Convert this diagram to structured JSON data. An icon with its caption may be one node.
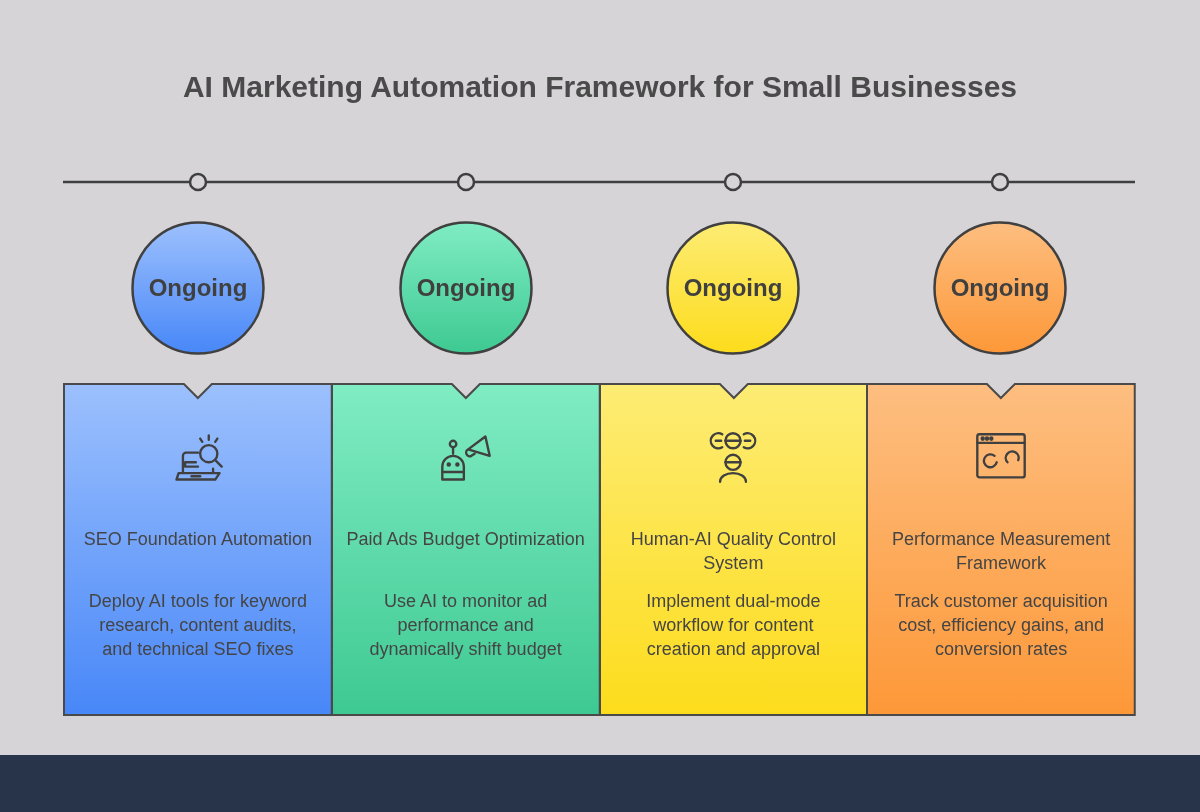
{
  "diagram": {
    "title": "AI Marketing Automation Framework for Small Businesses",
    "nodes": [
      {
        "text": [
          "Ongoing"
        ]
      },
      {
        "text": [
          "Ongoing"
        ]
      },
      {
        "text": [
          "Ongoing"
        ]
      },
      {
        "text": [
          "Ongoing"
        ]
      },
      {
        "text": [
          "SEO Foundation Automation",
          "Deploy AI tools for keyword research, content audits, and technical SEO fixes"
        ]
      },
      {
        "text": [
          "Paid Ads Budget Optimization",
          "Use AI to monitor ad performance and dynamically shift budget"
        ]
      },
      {
        "text": [
          "Human-AI Quality Control System",
          "Implement dual-mode workflow for content creation and approval"
        ]
      },
      {
        "text": [
          "Performance Measurement Framework",
          "Track customer acquisition cost, efficiency gains, and conversion rates"
        ]
      }
    ]
  }
}
